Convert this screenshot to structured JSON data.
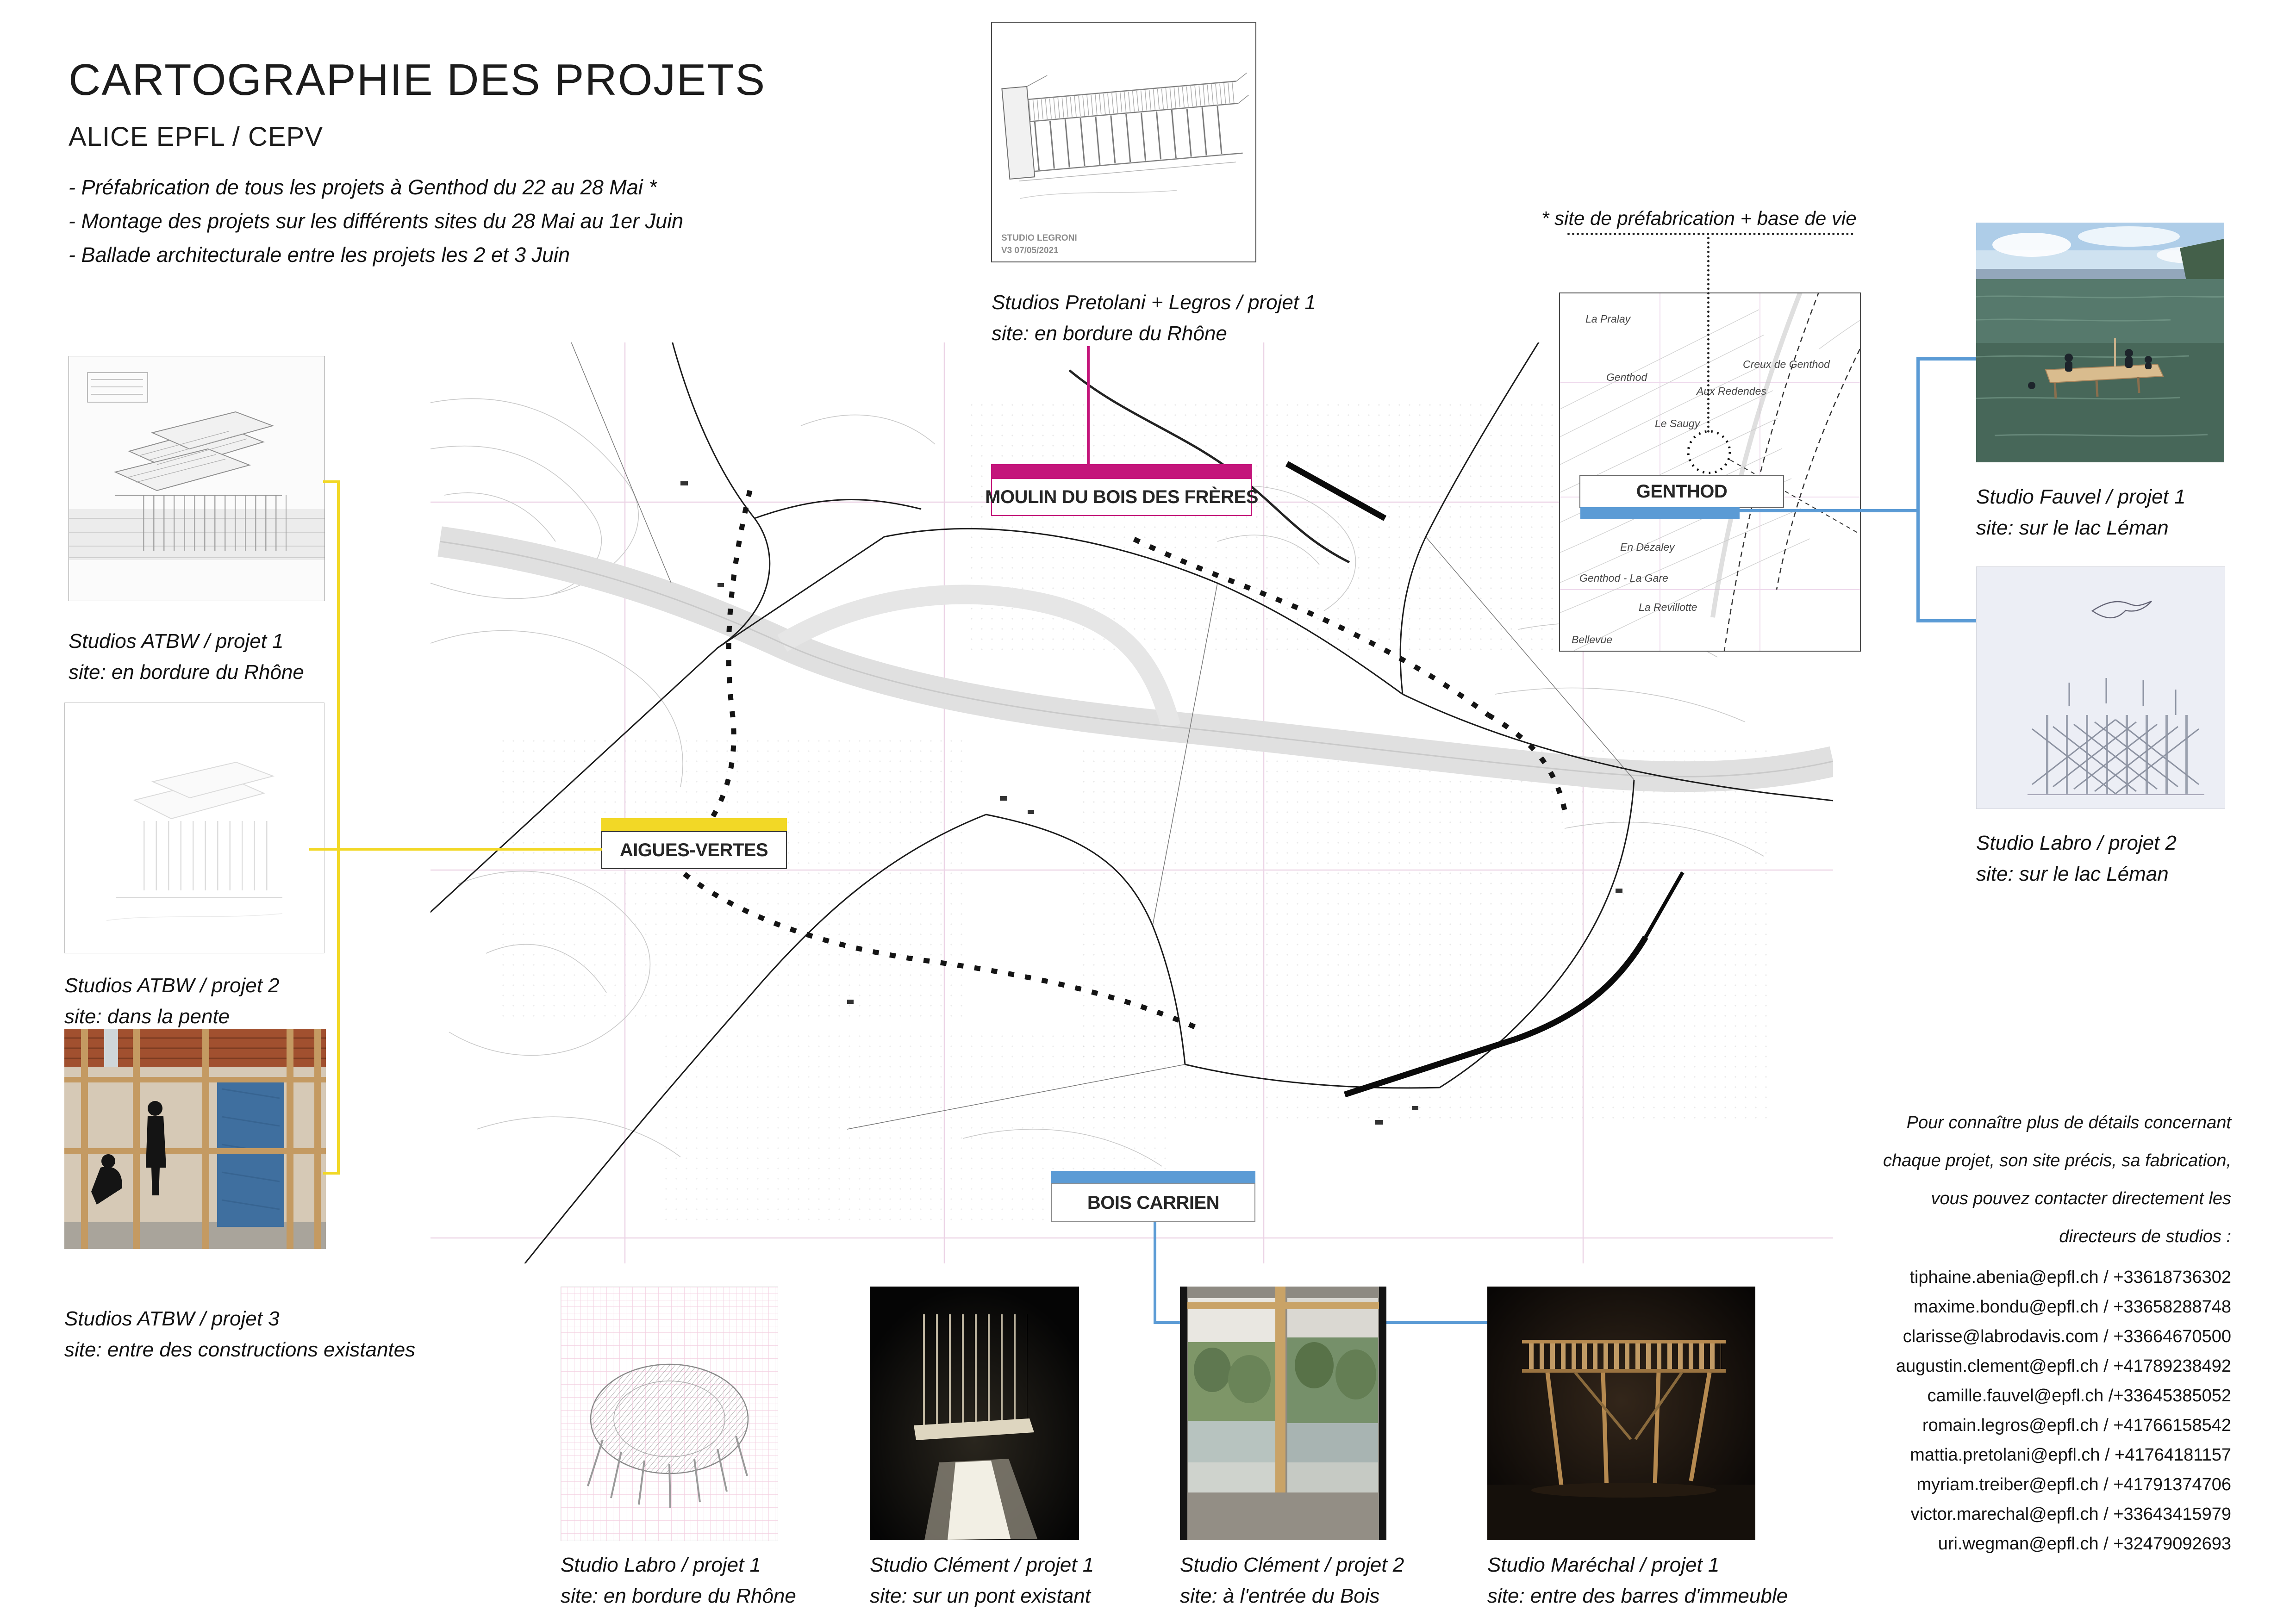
{
  "colors": {
    "magenta": "#c4157b",
    "yellow": "#f2d826",
    "blue": "#5b9bd5"
  },
  "header": {
    "title": "CARTOGRAPHIE DES PROJETS",
    "subtitle": "ALICE EPFL / CEPV",
    "notes": [
      "- Préfabrication de tous les projets à Genthod du 22 au 28 Mai *",
      "- Montage des projets sur les différents sites du 28 Mai au 1er Juin",
      "- Ballade architecturale entre les projets les 2 et 3 Juin"
    ]
  },
  "prefab_note": "* site de préfabrication + base de vie",
  "top_project": {
    "credit_line1": "STUDIO LEGRONI",
    "credit_line2": "V3 07/05/2021",
    "caption_line1": "Studios Pretolani + Legros / projet 1",
    "caption_line2": "site: en bordure du Rhône"
  },
  "map_labels": {
    "moulin": "MOULIN DU BOIS DES FRÈRES",
    "aigues": "AIGUES-VERTES",
    "bois": "BOIS CARRIEN",
    "genthod": "GENTHOD"
  },
  "minimap": {
    "places": [
      "La Pralay",
      "Genthod",
      "Creux de Genthod",
      "Aux Redendes",
      "Le Saugy",
      "En Dézaley",
      "Genthod - La Gare",
      "La Revillotte",
      "Bellevue"
    ]
  },
  "left_projects": [
    {
      "line1": "Studios ATBW / projet 1",
      "line2": "site: en bordure du Rhône"
    },
    {
      "line1": "Studios ATBW / projet 2",
      "line2": "site: dans la pente"
    },
    {
      "line1": "Studios ATBW / projet 3",
      "line2": "site: entre des constructions existantes"
    }
  ],
  "right_projects": [
    {
      "line1": "Studio Fauvel / projet 1",
      "line2": "site: sur le lac Léman"
    },
    {
      "line1": "Studio Labro / projet 2",
      "line2": "site: sur le lac Léman"
    }
  ],
  "bottom_projects": [
    {
      "line1": "Studio Labro / projet 1",
      "line2": "site: en bordure du Rhône"
    },
    {
      "line1": "Studio Clément / projet 1",
      "line2": "site: sur un pont existant"
    },
    {
      "line1": "Studio Clément / projet 2",
      "line2": "site: à l'entrée du Bois"
    },
    {
      "line1": "Studio Maréchal / projet 1",
      "line2": "site: entre des barres d'immeuble"
    }
  ],
  "contact": {
    "intro": [
      "Pour connaître plus de détails concernant",
      "chaque projet, son site précis, sa fabrication,",
      "vous pouvez contacter directement les",
      "directeurs de studios :"
    ],
    "entries": [
      "tiphaine.abenia@epfl.ch / +33618736302",
      "maxime.bondu@epfl.ch / +33658288748",
      "clarisse@labrodavis.com / +33664670500",
      "augustin.clement@epfl.ch / +41789238492",
      "camille.fauvel@epfl.ch /+33645385052",
      "romain.legros@epfl.ch / +41766158542",
      "mattia.pretolani@epfl.ch / +41764181157",
      "myriam.treiber@epfl.ch / +41791374706",
      "victor.marechal@epfl.ch / +33643415979",
      "uri.wegman@epfl.ch / +32479092693"
    ]
  }
}
